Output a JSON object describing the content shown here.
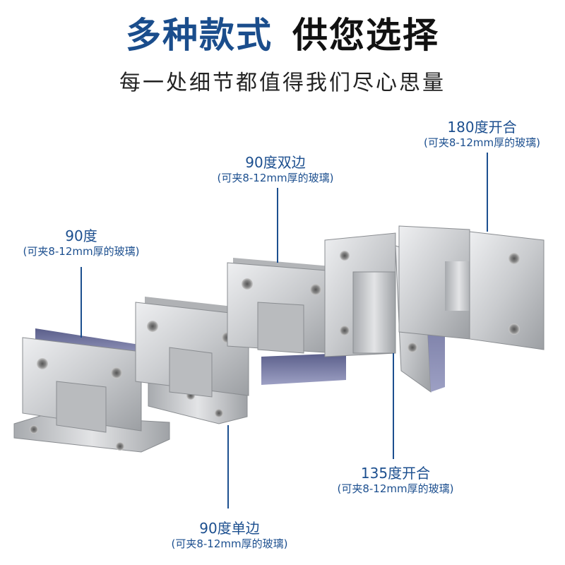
{
  "header": {
    "title_part1": "多种款式",
    "title_part2": "供您选择",
    "subtitle": "每一处细节都值得我们尽心思量"
  },
  "products": [
    {
      "name": "90度",
      "spec": "(可夹8-12mm厚的玻璃)"
    },
    {
      "name": "90度单边",
      "spec": "(可夹8-12mm厚的玻璃)"
    },
    {
      "name": "90度双边",
      "spec": "(可夹8-12mm厚的玻璃)"
    },
    {
      "name": "135度开合",
      "spec": "(可夹8-12mm厚的玻璃)"
    },
    {
      "name": "180度开合",
      "spec": "(可夹8-12mm厚的玻璃)"
    }
  ],
  "colors": {
    "title_accent": "#1a4d8c",
    "label_color": "#1c4f8f",
    "metal_light": "#d9dadc",
    "metal_dark": "#8e9195"
  }
}
